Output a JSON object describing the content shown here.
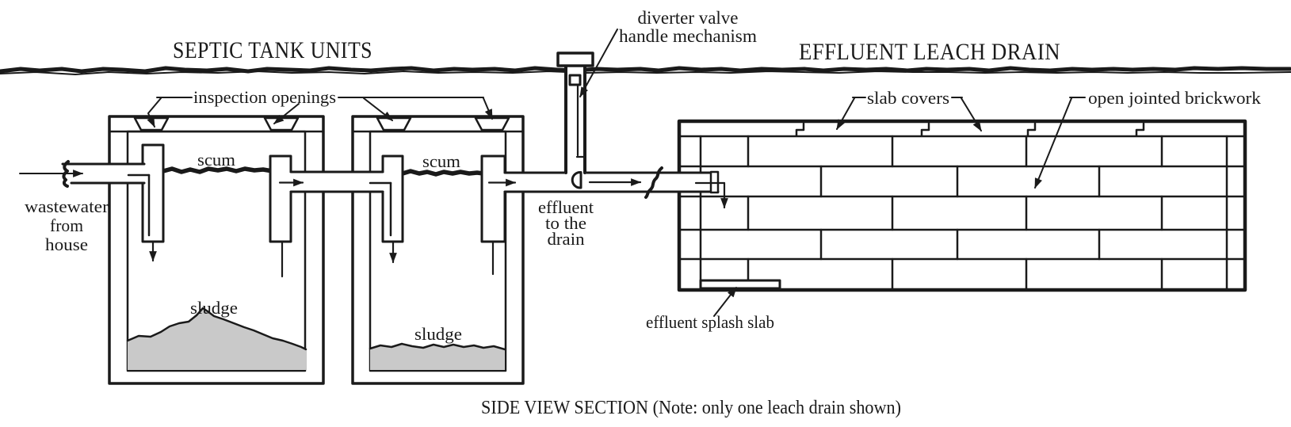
{
  "titles": {
    "septic_tanks": "SEPTIC TANK UNITS",
    "leach_drain": "EFFLUENT LEACH DRAIN"
  },
  "labels": {
    "diverter_valve_line1": "diverter valve",
    "diverter_valve_line2": "handle mechanism",
    "inspection_openings": "inspection openings",
    "scum": "scum",
    "sludge": "sludge",
    "wastewater_line1": "wastewater",
    "wastewater_line2": "from",
    "wastewater_line3": "house",
    "effluent_line1": "effluent",
    "effluent_line2": "to the",
    "effluent_line3": "drain",
    "slab_covers": "slab covers",
    "open_jointed_brickwork": "open jointed brickwork",
    "effluent_splash_slab": "effluent splash slab"
  },
  "caption": "SIDE VIEW SECTION (Note: only one leach drain shown)",
  "colors": {
    "ink": "#1a1a1a",
    "sludge_fill": "#c9c9c9",
    "background": "#ffffff"
  }
}
